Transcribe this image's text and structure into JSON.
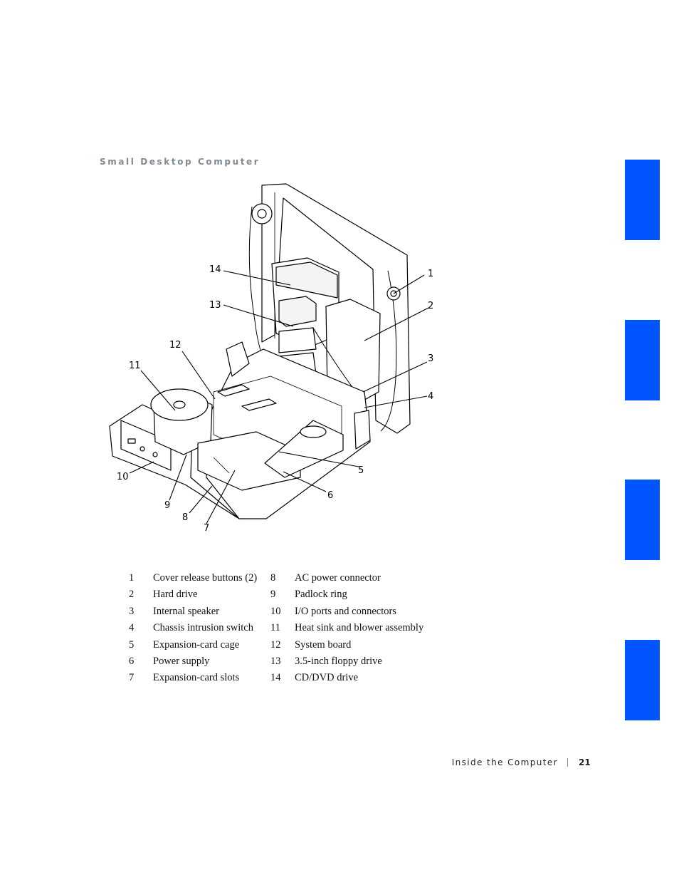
{
  "section_heading": "Small Desktop Computer",
  "tab_color": "#0055ff",
  "callouts": [
    "1",
    "2",
    "3",
    "4",
    "5",
    "6",
    "7",
    "8",
    "9",
    "10",
    "11",
    "12",
    "13",
    "14"
  ],
  "legend_left": [
    {
      "num": "1",
      "label": "Cover release buttons (2)"
    },
    {
      "num": "2",
      "label": "Hard drive"
    },
    {
      "num": "3",
      "label": "Internal speaker"
    },
    {
      "num": "4",
      "label": "Chassis intrusion switch"
    },
    {
      "num": "5",
      "label": "Expansion-card cage"
    },
    {
      "num": "6",
      "label": "Power supply"
    },
    {
      "num": "7",
      "label": "Expansion-card slots"
    }
  ],
  "legend_right": [
    {
      "num": "8",
      "label": "AC power connector"
    },
    {
      "num": "9",
      "label": "Padlock ring"
    },
    {
      "num": "10",
      "label": "I/O ports and connectors"
    },
    {
      "num": "11",
      "label": "Heat sink and blower assembly"
    },
    {
      "num": "12",
      "label": "System board"
    },
    {
      "num": "13",
      "label": "3.5-inch floppy drive"
    },
    {
      "num": "14",
      "label": "CD/DVD drive"
    }
  ],
  "footer": {
    "title": "Inside the Computer",
    "page": "21"
  }
}
